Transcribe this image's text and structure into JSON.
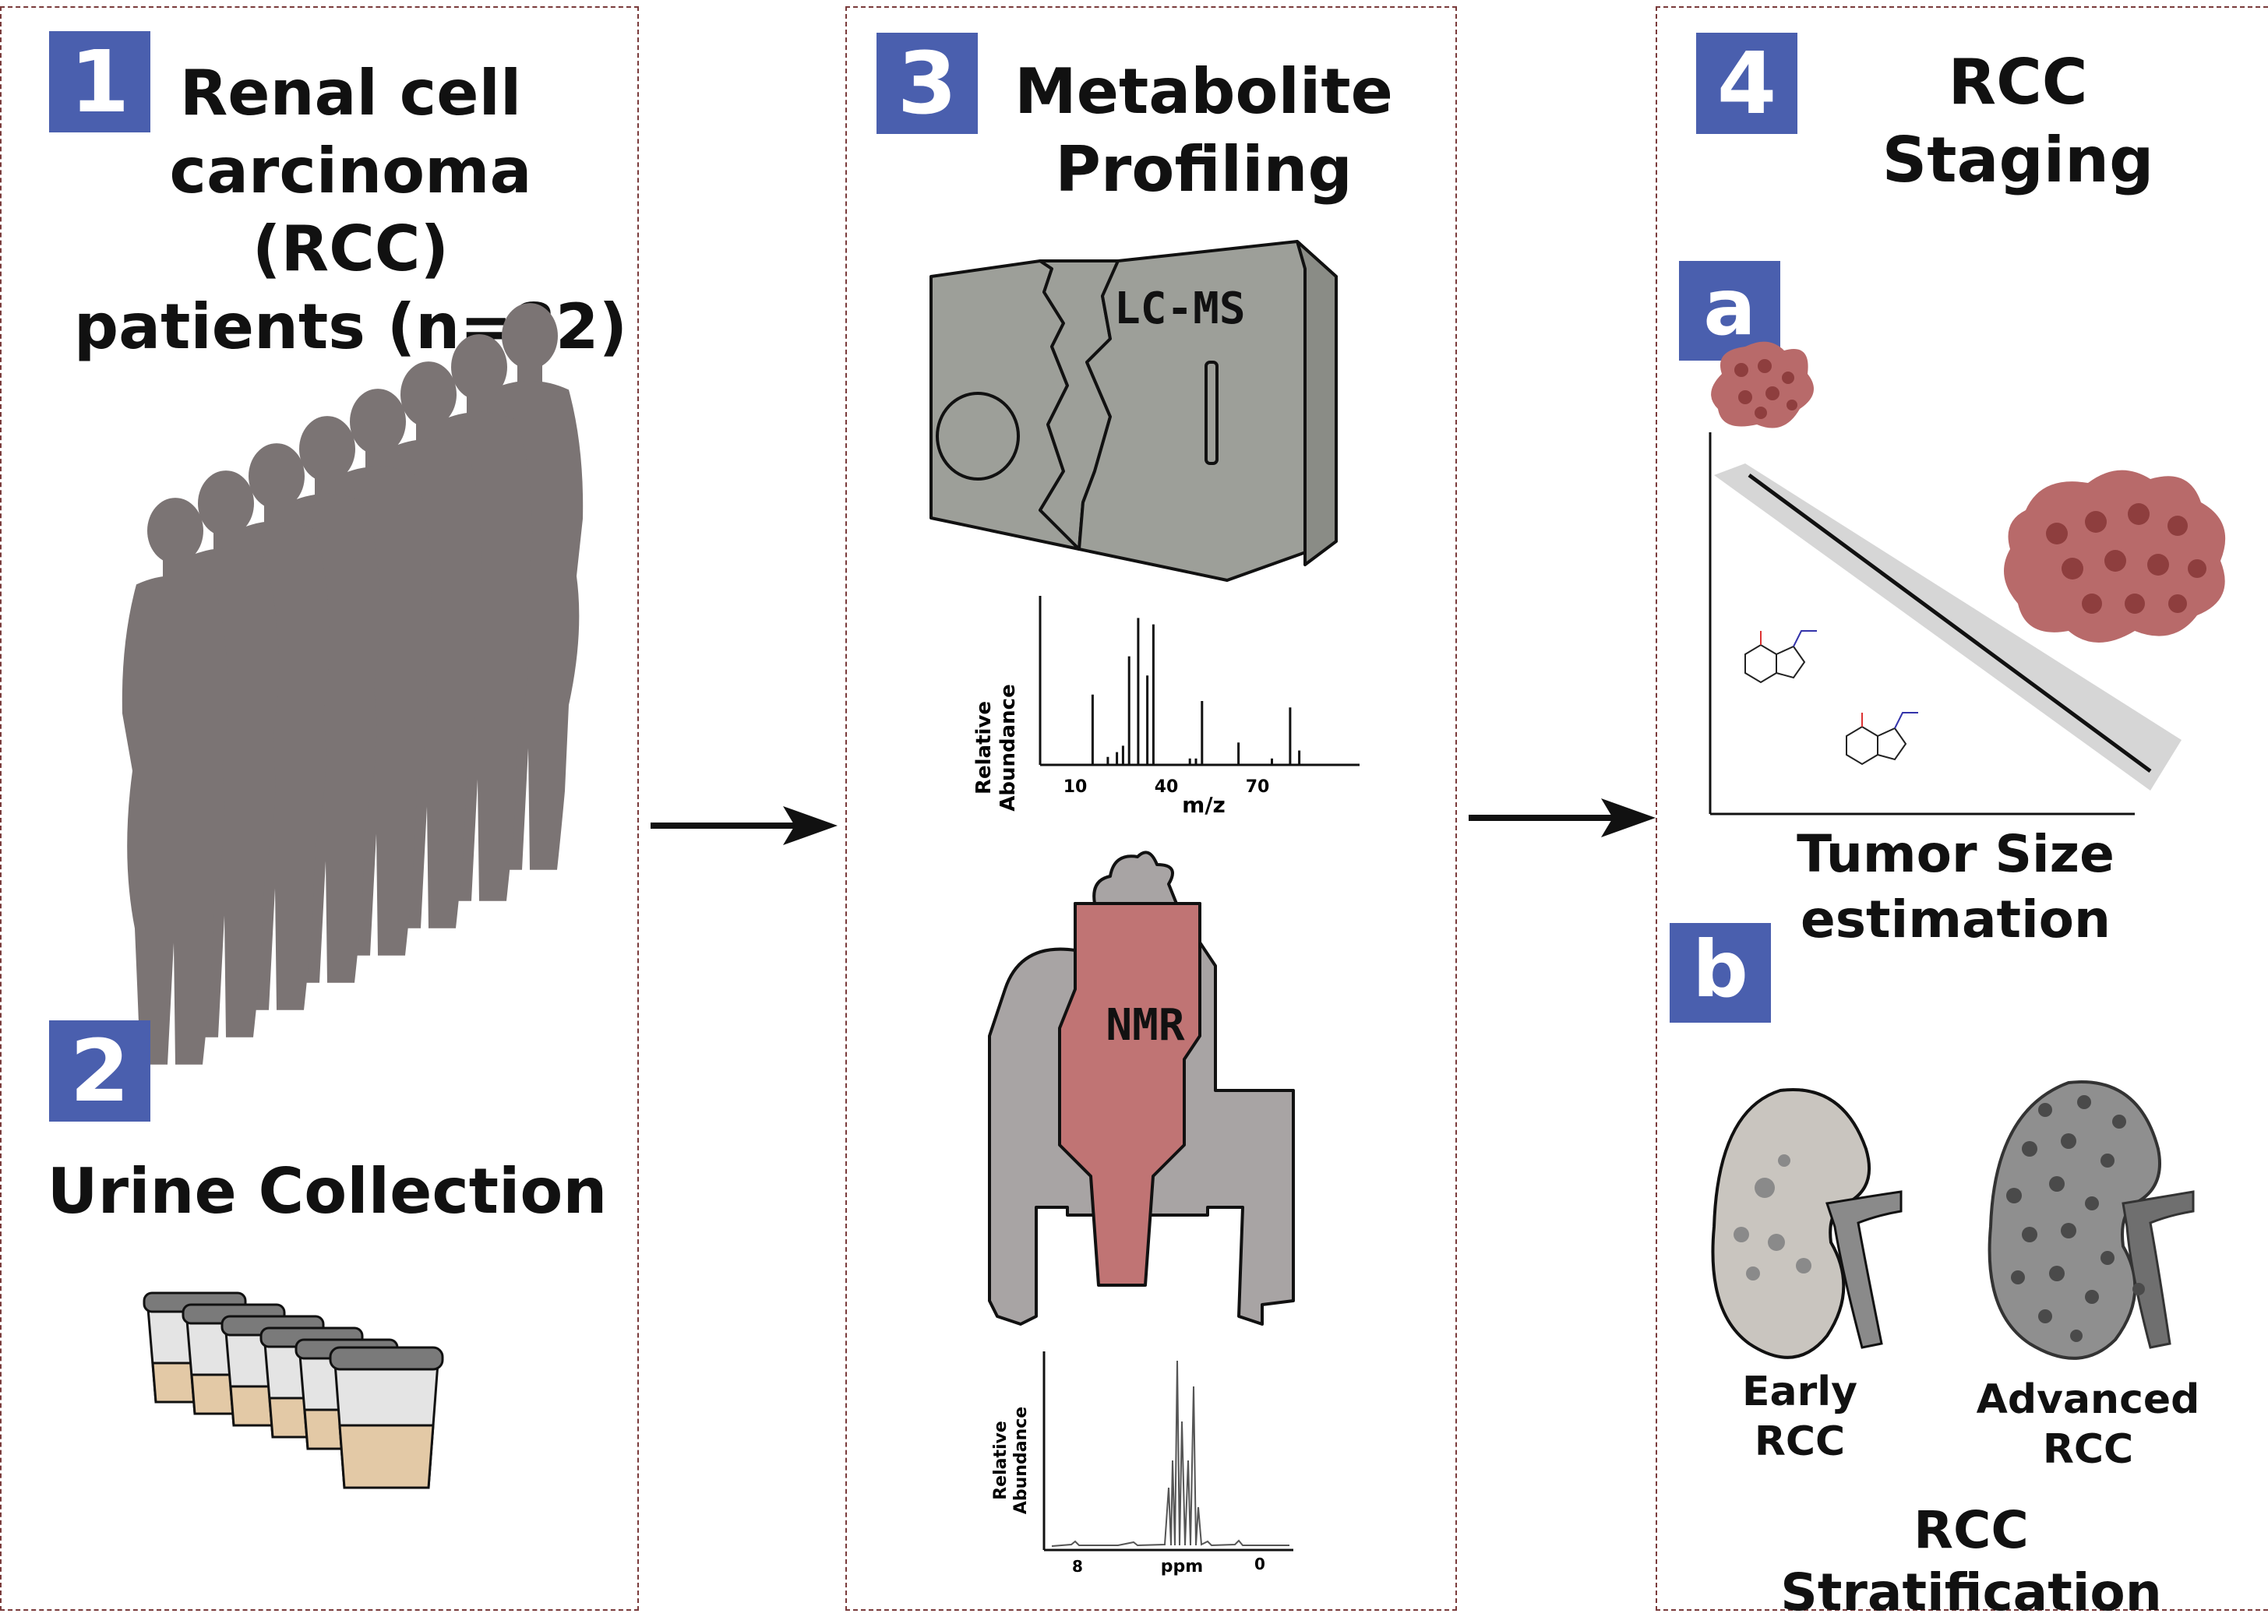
{
  "steps": {
    "s1": {
      "number": "1",
      "title_lines": [
        "Renal cell",
        "carcinoma (RCC)",
        "patients (n=82)"
      ]
    },
    "s2": {
      "number": "2",
      "title": "Urine Collection"
    },
    "s3": {
      "number": "3",
      "title_lines": [
        "Metabolite",
        "Profiling"
      ],
      "lcms_label": "LC-MS",
      "nmr_label": "NMR"
    },
    "s4": {
      "number": "4",
      "title_lines": [
        "RCC",
        "Staging"
      ],
      "a_label": "a",
      "b_label": "b",
      "tumor_caption_lines": [
        "Tumor Size",
        "estimation"
      ],
      "early_lines": [
        "Early",
        "RCC"
      ],
      "advanced_lines": [
        "Advanced",
        "RCC"
      ],
      "stratification": "RCC Stratification"
    }
  },
  "ms_spectrum": {
    "ylabel_lines": [
      "Relative",
      "Abundance"
    ],
    "xlabel": "m/z",
    "ticks": [
      "10",
      "40",
      "70"
    ],
    "peaks": [
      [
        16,
        0.44
      ],
      [
        21,
        0.05
      ],
      [
        24,
        0.08
      ],
      [
        26,
        0.12
      ],
      [
        28,
        0.68
      ],
      [
        31,
        0.92
      ],
      [
        34,
        0.56
      ],
      [
        36,
        0.88
      ],
      [
        48,
        0.04
      ],
      [
        50,
        0.04
      ],
      [
        52,
        0.4
      ],
      [
        64,
        0.14
      ],
      [
        75,
        0.04
      ],
      [
        81,
        0.36
      ],
      [
        84,
        0.09
      ]
    ]
  },
  "nmr_spectrum": {
    "ylabel_lines": [
      "Relative",
      "Abundance"
    ],
    "xlabel": "ppm",
    "ticks": [
      "8",
      "0"
    ]
  },
  "colors": {
    "badge": "#4a5fae",
    "silhouette": "#7b7474",
    "lcms_body": "#9d9f99",
    "nmr_red": "#c07474",
    "nmr_gray": "#a8a4a4",
    "tumor": "#b86a6a",
    "urine": "#e3c9a6"
  },
  "icons": [
    "patients-silhouettes",
    "urine-cups",
    "lcms-instrument",
    "nmr-instrument",
    "tumor-cluster",
    "molecule-structure",
    "early-kidney",
    "advanced-kidney",
    "arrow-right"
  ]
}
